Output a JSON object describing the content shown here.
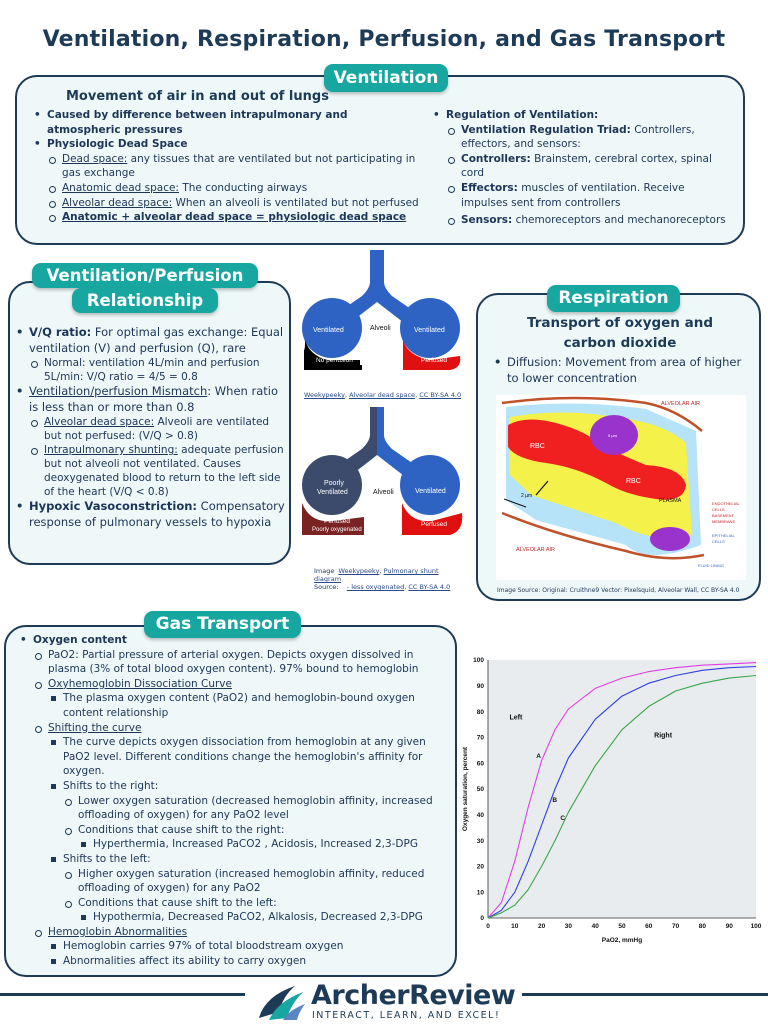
{
  "title": "Ventilation, Respiration, Perfusion, and Gas Transport",
  "ventilation": {
    "pill": "Ventilation",
    "heading": "Movement of air in and out of lungs",
    "left": {
      "b1": "Caused by difference between intrapulmonary and atmospheric pressures",
      "b2": "Physiologic Dead Space",
      "s1_term": "Dead space:",
      "s1_text": " any tissues that are ventilated but not participating in gas exchange",
      "s2_term": "Anatomic dead space:",
      "s2_text": " The conducting airways",
      "s3_term": "Alveolar dead space:",
      "s3_text": " When an alveoli is ventilated but not perfused",
      "s4": "Anatomic + alveolar dead space = physiologic dead space"
    },
    "right": {
      "b1": "Regulation of Ventilation:",
      "s1_term": "Ventilation Regulation Triad:",
      "s1_text": " Controllers, effectors, and sensors:",
      "s2_term": "Controllers:",
      "s2_text": " Brainstem, cerebral cortex, spinal cord",
      "s3_term": "Effectors:",
      "s3_text": " muscles of ventilation. Receive impulses sent from controllers",
      "s4_term": "Sensors:",
      "s4_text": " chemoreceptors and mechanoreceptors"
    }
  },
  "vq": {
    "pill1": "Ventilation/Perfusion",
    "pill2": "Relationship",
    "b1_term": "V/Q ratio:",
    "b1_text": " For optimal gas exchange: Equal ventilation (V) and perfusion (Q), rare",
    "b1_s1": "Normal: ventilation 4L/min and perfusion 5L/min: V/Q ratio = 4/5 = 0.8",
    "b2_term": "Ventilation/perfusion Mismatch",
    "b2_text": ": When ratio is less than or more than 0.8",
    "b2_s1_term": "Alveolar dead space:",
    "b2_s1_text": " Alveoli are ventilated but not perfused: (V/Q > 0.8)",
    "b2_s2_term": "Intrapulmonary shunting:",
    "b2_s2_text": " adequate perfusion but not alveoli not ventilated. Causes deoxygenated blood to return to the left side of the heart (V/Q < 0.8)",
    "b3_term": "Hypoxic Vasoconstriction:",
    "b3_text": " Compensatory response of pulmonary vessels to hypoxia"
  },
  "diagram1": {
    "alveoli": "Alveoli",
    "left": "Ventilated",
    "right": "Ventilated",
    "bottom_left": "No perfusion",
    "bottom_right": "Perfused",
    "caption_a": "Weekypeeky",
    "caption_b": "Alveolar dead space",
    "caption_c": "CC BY-SA 4.0"
  },
  "diagram2": {
    "alveoli": "Alveoli",
    "left1": "Poorly",
    "left2": "Ventilated",
    "right": "Ventilated",
    "bottom_left1": "Perfused",
    "bottom_left2": "Poorly oxygenated",
    "bottom_right": "Perfused",
    "cap_image": "Image",
    "cap_source": "Source:",
    "cap_a": "Weekypeeky",
    "cap_b": "Pulmonary shunt diagram",
    "cap_c": "- less oxygenated",
    "cap_d": "CC BY-SA 4.0"
  },
  "respiration": {
    "pill": "Respiration",
    "heading1": "Transport of oxygen and",
    "heading2": "carbon dioxide",
    "b1": "Diffusion: Movement from area of higher to lower concentration",
    "img": {
      "alveolar_top": "ALVEOLAR AIR",
      "alveolar_bottom": "ALVEOLAR AIR",
      "rbc1": "RBC",
      "rbc2": "RBC",
      "plasma": "PLASMA",
      "micron": "2 µm",
      "nucleus": "5 µm",
      "endothelial1": "ENDOTHELIAL",
      "endothelial2": "CELLS",
      "basement1": "BASEMENT",
      "basement2": "MEMBRANE",
      "epithelial1": "EPITHELIAL",
      "epithelial2": "CELLS",
      "fluid": "FLUID LINING"
    },
    "caption": "Image Source: Original: Cruithne9 Vector: Pixelsquid, Alveolar Wall, CC BY-SA 4.0"
  },
  "gas": {
    "pill": "Gas Transport",
    "b1": "Oxygen content",
    "pao2": "PaO2: Partial pressure of arterial oxygen. Depicts oxygen dissolved in plasma (3% of total blood oxygen content). 97% bound to hemoglobin",
    "odc": "Oxyhemoglobin Dissociation Curve",
    "odc_s1": "The plasma oxygen content (PaO2) and hemoglobin-bound oxygen content relationship",
    "shift": "Shifting the curve",
    "shift_s1": "The curve depicts oxygen dissociation from hemoglobin at any given PaO2 level. Different conditions change the hemoglobin's affinity for oxygen.",
    "right": "Shifts to the right:",
    "right_s1": "Lower oxygen saturation (decreased hemoglobin affinity, increased offloading of oxygen) for any PaO2 level",
    "right_s2": "Conditions that cause shift to the right:",
    "right_s3": "Hyperthermia, Increased PaCO2 , Acidosis, Increased 2,3-DPG",
    "left": "Shifts to the left:",
    "left_s1": "Higher oxygen saturation (increased hemoglobin affinity, reduced offloading of oxygen) for any PaO2",
    "left_s2": "Conditions that cause shift to the left:",
    "left_s3": "Hypothermia, Decreased PaCO2, Alkalosis, Decreased 2,3-DPG",
    "hb": "Hemoglobin Abnormalities",
    "hb_s1": "Hemoglobin carries 97% of total bloodstream oxygen",
    "hb_s2": "Abnormalities affect its ability to carry oxygen"
  },
  "chart_data": {
    "type": "line",
    "xlabel": "PaO2, mmHg",
    "ylabel": "Oxygen saturation, percent",
    "xlim": [
      0,
      100
    ],
    "ylim": [
      0,
      100
    ],
    "xticks": [
      0,
      10,
      20,
      30,
      40,
      50,
      60,
      70,
      80,
      90,
      100
    ],
    "yticks": [
      0,
      10,
      20,
      30,
      40,
      50,
      60,
      70,
      80,
      90,
      100
    ],
    "grid": false,
    "annotations": [
      "Left",
      "Right"
    ],
    "series": [
      {
        "name": "A",
        "color": "#e23fe6",
        "x": [
          0,
          5,
          10,
          15,
          20,
          25,
          30,
          40,
          50,
          60,
          70,
          80,
          90,
          100
        ],
        "y": [
          0,
          6,
          22,
          43,
          61,
          73,
          81,
          89,
          93,
          95.5,
          97,
          98,
          98.5,
          99
        ]
      },
      {
        "name": "B",
        "color": "#2f3fe0",
        "x": [
          0,
          5,
          10,
          15,
          20,
          25,
          30,
          40,
          50,
          60,
          70,
          80,
          90,
          100
        ],
        "y": [
          0,
          3,
          10,
          22,
          36,
          50,
          62,
          77,
          86,
          91,
          94,
          96,
          97,
          97.5
        ]
      },
      {
        "name": "C",
        "color": "#3aa64a",
        "x": [
          0,
          5,
          10,
          15,
          20,
          25,
          30,
          40,
          50,
          60,
          70,
          80,
          90,
          100
        ],
        "y": [
          0,
          2,
          5,
          11,
          20,
          30,
          41,
          59,
          73,
          82,
          88,
          91,
          93,
          94
        ]
      }
    ]
  },
  "footer": {
    "brand": "ArcherReview",
    "tagline": "INTERACT, LEARN, AND EXCEL!"
  },
  "colors": {
    "teal": "#18a7a0",
    "navy": "#1d3b57",
    "panel": "#eef8f8"
  }
}
